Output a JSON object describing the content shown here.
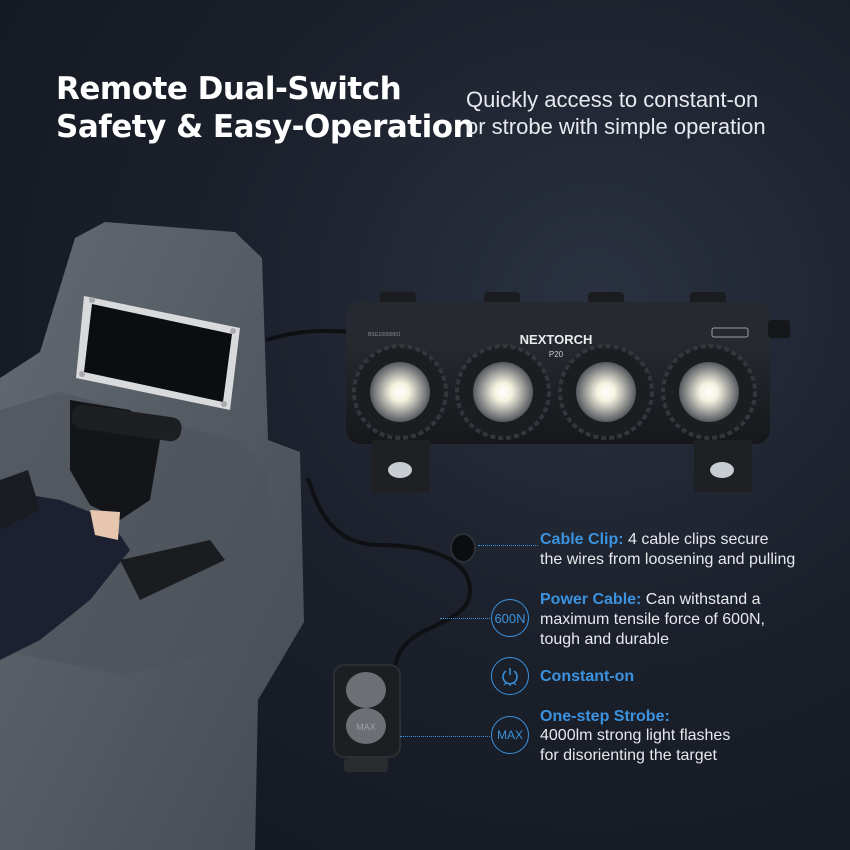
{
  "headline": {
    "line1": "Remote Dual-Switch",
    "line2": "Safety & Easy-Operation"
  },
  "subhead": {
    "line1": "Quickly access to constant-on",
    "line2": "or strobe with simple operation"
  },
  "product": {
    "brand": "NEXTORCH",
    "model": "P20",
    "serial": "BSG10000001"
  },
  "features": {
    "cable_clip": {
      "title": "Cable Clip:",
      "line1": " 4 cable clips secure",
      "line2": "the wires from loosening and pulling"
    },
    "power_cable": {
      "badge": "600N",
      "title": "Power Cable:",
      "line1": " Can withstand a",
      "line2": "maximum tensile force of 600N,",
      "line3": "tough and durable"
    },
    "constant_on": {
      "title": "Constant-on"
    },
    "strobe": {
      "badge": "MAX",
      "title": "One-step Strobe:",
      "line1": "4000lm strong light flashes",
      "line2": "for disorienting the target"
    },
    "switch_label": "MAX"
  },
  "colors": {
    "accent": "#3b93df",
    "background": "#1b202b",
    "text": "#ffffff"
  }
}
